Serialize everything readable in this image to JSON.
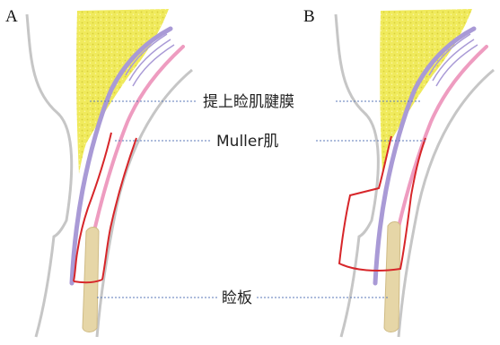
{
  "panels": [
    {
      "letter": "A"
    },
    {
      "letter": "B"
    }
  ],
  "labels": {
    "levator_aponeurosis": "提上睑肌腱膜",
    "muller_muscle": "Muller肌",
    "tarsus": "睑板"
  },
  "colors": {
    "fat": "#f0ea5c",
    "levator": "#a99ad6",
    "muller": "#ee9cc0",
    "incision": "#d7262a",
    "tarsus": "#e6d6a7",
    "skin_outline": "#c6c6c6",
    "leader": "#5b79b8"
  }
}
